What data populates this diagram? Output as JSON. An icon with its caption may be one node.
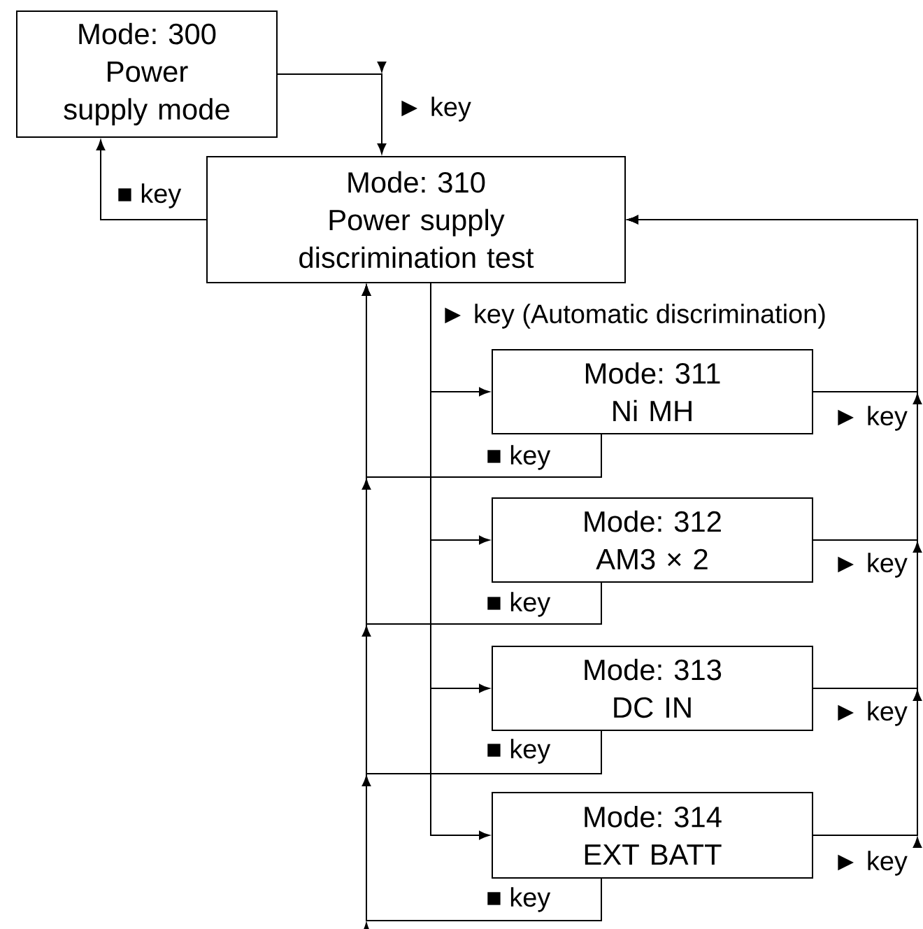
{
  "diagram": {
    "nodes": [
      {
        "text": [
          "Mode: 300",
          "Power supply mode"
        ]
      },
      {
        "text": [
          "Mode: 310",
          "Power supply discrimination test"
        ]
      },
      {
        "text": [
          "Mode: 311",
          "Ni MH"
        ]
      },
      {
        "text": [
          "Mode: 312",
          "AM3 × 2"
        ]
      },
      {
        "text": [
          "Mode: 313",
          "DC IN"
        ]
      },
      {
        "text": [
          "Mode: 314",
          "EXT BATT"
        ]
      }
    ],
    "edges": [
      {
        "from": 0,
        "to": 1,
        "arrow": "to",
        "label": "► key"
      },
      {
        "from": 1,
        "to": 0,
        "arrow": "to",
        "label": "■ key"
      },
      {
        "from": 1,
        "to": 2,
        "arrow": "to",
        "label": "► key (Automatic discrimination)"
      },
      {
        "from": 1,
        "to": 3,
        "arrow": "to"
      },
      {
        "from": 1,
        "to": 4,
        "arrow": "to"
      },
      {
        "from": 1,
        "to": 5,
        "arrow": "to"
      },
      {
        "from": 2,
        "to": 1,
        "arrow": "to",
        "label": "► key"
      },
      {
        "from": 3,
        "to": 1,
        "arrow": "to",
        "label": "► key"
      },
      {
        "from": 4,
        "to": 1,
        "arrow": "to",
        "label": "► key"
      },
      {
        "from": 5,
        "to": 1,
        "arrow": "to",
        "label": "► key"
      },
      {
        "from": 2,
        "to": 1,
        "arrow": "to",
        "label": "■ key"
      },
      {
        "from": 3,
        "to": 1,
        "arrow": "to",
        "label": "■ key"
      },
      {
        "from": 4,
        "to": 1,
        "arrow": "to",
        "label": "■ key"
      },
      {
        "from": 5,
        "to": 1,
        "arrow": "to",
        "label": "■ key"
      }
    ]
  }
}
